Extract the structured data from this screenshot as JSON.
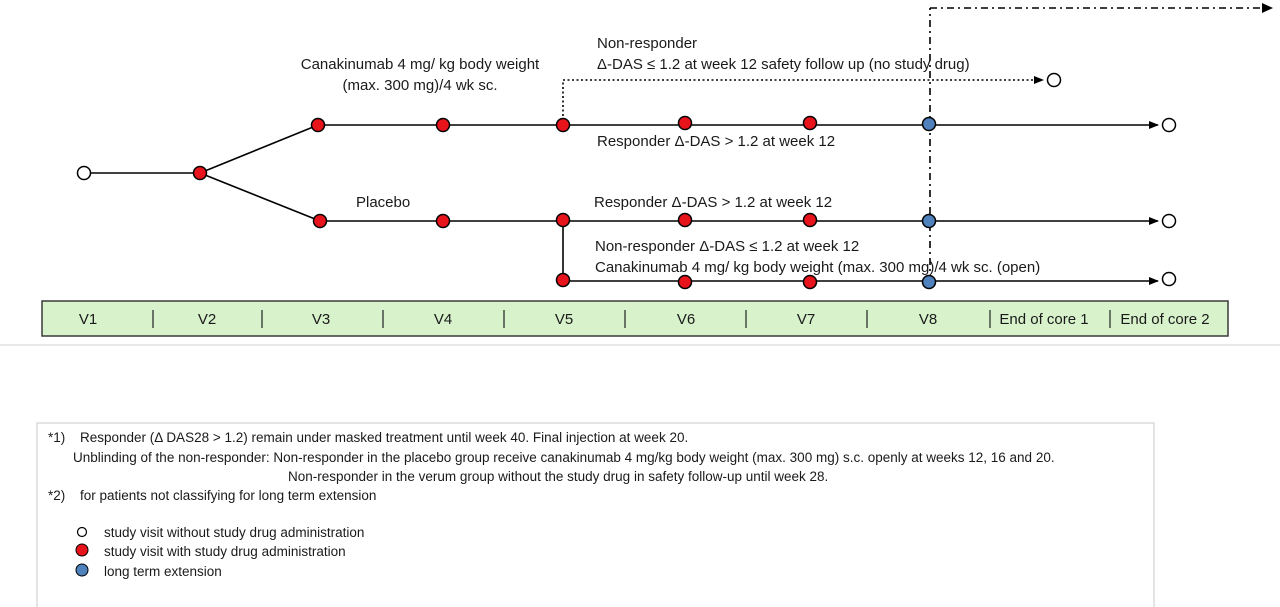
{
  "arm_labels": {
    "canakinumab_line1": "Canakinumab 4 mg/ kg body weight",
    "canakinumab_line2": "(max. 300 mg)/4 wk sc.",
    "nonresp_top_line1": "Non-responder",
    "nonresp_top_line2": "Δ-DAS  ≤ 1.2  at week 12 safety follow up (no study drug)",
    "responder_top": "Responder Δ-DAS  > 1.2 at week 12",
    "placebo": "Placebo",
    "responder_placebo": "Responder Δ-DAS  > 1.2 at week 12",
    "nonresp_placebo_line1": "Non-responder Δ-DAS ≤ 1.2 at week 12",
    "nonresp_placebo_line2": "Canakinumab 4 mg/ kg body weight (max. 300 mg)/4 wk sc. (open)"
  },
  "visits": [
    "V1",
    "V2",
    "V3",
    "V4",
    "V5",
    "V6",
    "V7",
    "V8",
    "End of core 1",
    "End of core 2"
  ],
  "colors": {
    "drug_visit": "#e8141b",
    "extension_visit": "#4f81bd",
    "timeline_band": "#d8f2cc",
    "timeline_border": "#3a3a3a"
  },
  "footnotes": {
    "note1_marker": "*1)",
    "note1_line1": "Responder (Δ DAS28 > 1.2) remain under masked treatment until week 40. Final injection at week 20.",
    "note1_line2": "Unblinding of the non-responder: Non-responder in the placebo group receive canakinumab 4 mg/kg body weight (max. 300 mg) s.c. openly at weeks 12, 16 and 20.",
    "note1_line3": "Non-responder in the verum group without the study drug in safety follow-up until week 28.",
    "note2_marker": "*2)",
    "note2_text": "for patients not classifying for long term extension"
  },
  "legend": [
    {
      "symbol": "open-circle",
      "label": "study visit without study drug administration"
    },
    {
      "symbol": "red-circle",
      "label": "study visit with study drug administration"
    },
    {
      "symbol": "blue-circle",
      "label": "long term extension"
    }
  ]
}
